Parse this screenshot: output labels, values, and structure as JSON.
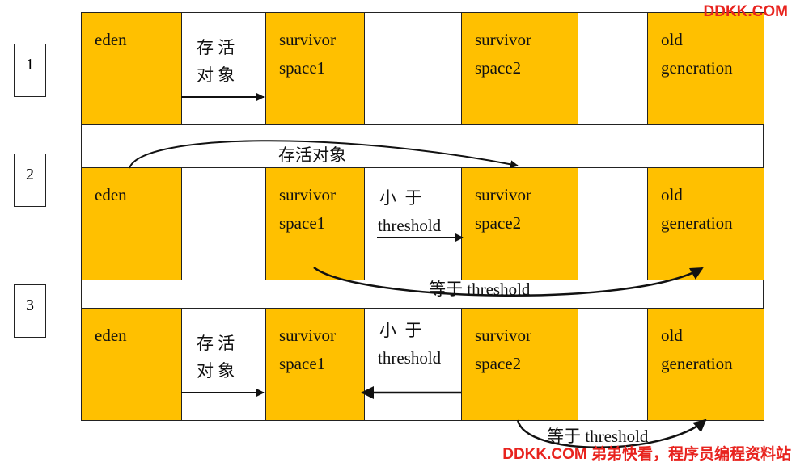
{
  "watermark_top": "DDKK.COM",
  "watermark_bottom": "DDKK.COM 弟弟快看，程序员编程资料站",
  "rows": [
    {
      "number": "1",
      "eden": "eden",
      "gap1": [
        "存 活",
        "对 象"
      ],
      "survivor1": [
        "survivor",
        "space1"
      ],
      "gap2": [],
      "survivor2": [
        "survivor",
        "space2"
      ],
      "old": [
        "old",
        "generation"
      ]
    },
    {
      "number": "2",
      "eden": "eden",
      "gap1": [],
      "survivor1": [
        "survivor",
        "space1"
      ],
      "gap2": [
        "小  于",
        "threshold"
      ],
      "survivor2": [
        "survivor",
        "space2"
      ],
      "old": [
        "old",
        "generation"
      ]
    },
    {
      "number": "3",
      "eden": "eden",
      "gap1": [
        "存 活",
        "对 象"
      ],
      "survivor1": [
        "survivor",
        "space1"
      ],
      "gap2": [
        "小  于",
        "threshold"
      ],
      "survivor2": [
        "survivor",
        "space2"
      ],
      "old": [
        "old",
        "generation"
      ]
    }
  ],
  "curve_labels": {
    "alive_objects": "存活对象",
    "equal_threshold_1": "等于 threshold",
    "equal_threshold_2": "等于 threshold"
  },
  "colors": {
    "gold": "#ffc000",
    "border": "#222222",
    "watermark": "#e8231e"
  }
}
